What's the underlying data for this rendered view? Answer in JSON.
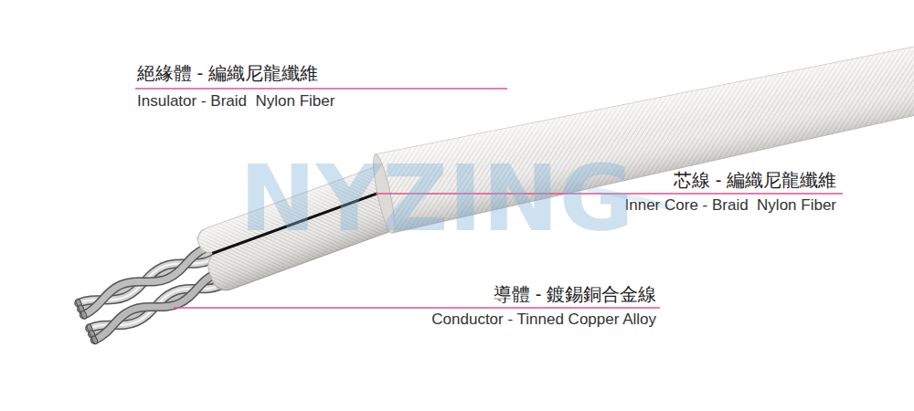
{
  "diagram": {
    "labels": [
      "絕緣體 - 編織尼龍纖維",
      "Insulator - Braid  Nylon Fiber",
      "芯線 - 編織尼龍纖維",
      "Inner Core - Braid  Nylon Fiber",
      "導體 - 鍍錫銅合金線",
      "Conductor - Tinned Copper Alloy",
      "NYZING"
    ]
  }
}
